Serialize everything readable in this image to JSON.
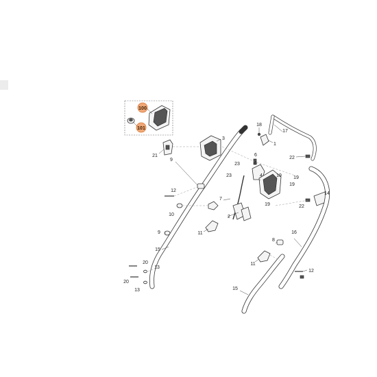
{
  "diagram": {
    "labels": [
      {
        "text": "100",
        "highlight": true
      },
      {
        "text": "101",
        "highlight": true
      },
      {
        "text": "21"
      },
      {
        "text": "3"
      },
      {
        "text": "18"
      },
      {
        "text": "1"
      },
      {
        "text": "17"
      },
      {
        "text": "6"
      },
      {
        "text": "5"
      },
      {
        "text": "23"
      },
      {
        "text": "23"
      },
      {
        "text": "22"
      },
      {
        "text": "9"
      },
      {
        "text": "12"
      },
      {
        "text": "4"
      },
      {
        "text": "19"
      },
      {
        "text": "19"
      },
      {
        "text": "19"
      },
      {
        "text": "19"
      },
      {
        "text": "7"
      },
      {
        "text": "10"
      },
      {
        "text": "2"
      },
      {
        "text": "14"
      },
      {
        "text": "22"
      },
      {
        "text": "11"
      },
      {
        "text": "9"
      },
      {
        "text": "16"
      },
      {
        "text": "8"
      },
      {
        "text": "15"
      },
      {
        "text": "20"
      },
      {
        "text": "13"
      },
      {
        "text": "20"
      },
      {
        "text": "13"
      },
      {
        "text": "11"
      },
      {
        "text": "12"
      },
      {
        "text": "15"
      }
    ],
    "colors": {
      "highlight": "#f0a878",
      "highlight_stroke": "#d97c3e",
      "line": "#333333"
    }
  }
}
